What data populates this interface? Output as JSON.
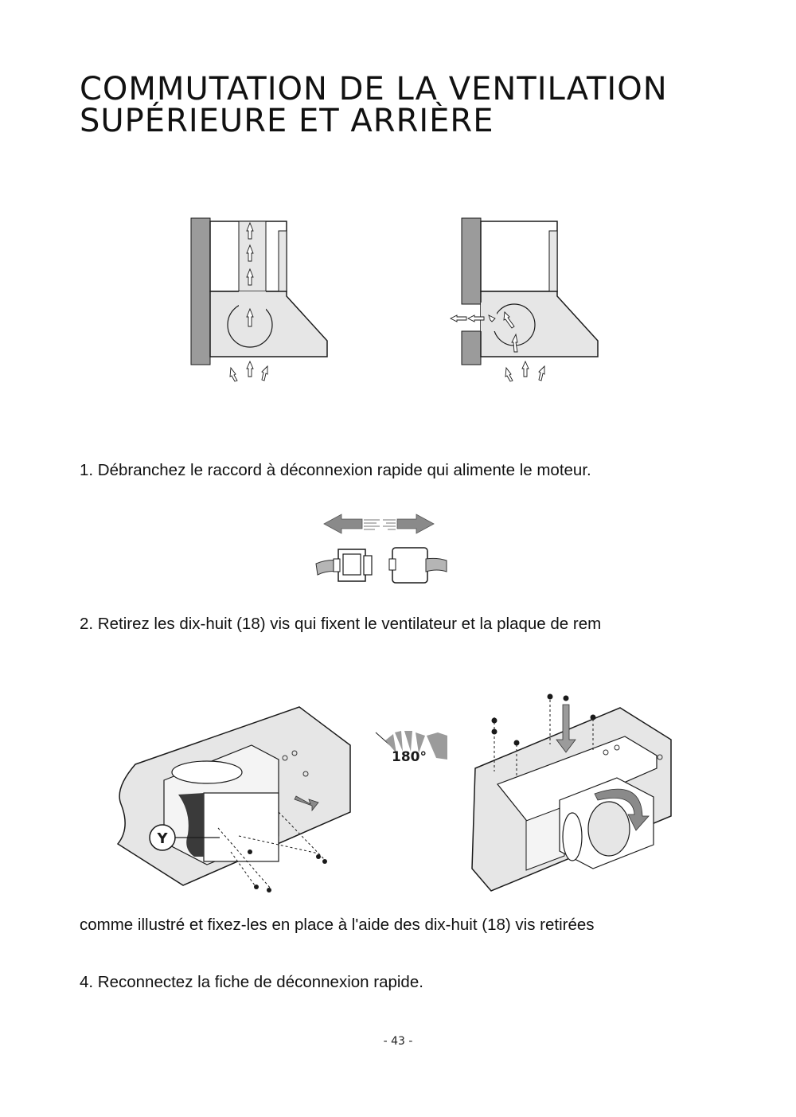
{
  "title": {
    "line1": "COMMUTATION DE LA VENTILATION",
    "line2": "SUPÉRIEURE ET ARRIÈRE"
  },
  "steps": [
    "1. Débranchez le raccord à déconnexion rapide qui alimente le moteur.",
    "2. Retirez les dix-huit (18) vis qui fixent le ventilateur et la plaque de rem",
    "comme illustré et fixez-les en place à l'aide des dix-huit (18) vis retirées",
    "4. Reconnectez la fiche de déconnexion rapide."
  ],
  "figures": {
    "rotation_label": "180°",
    "callout_label": "Y"
  },
  "page_number": "- 43 -",
  "colors": {
    "wall": "#9b9b9b",
    "hood_fill": "#e6e6e6",
    "arrow_fill": "#8a8a8a",
    "line": "#1a1a1a"
  }
}
